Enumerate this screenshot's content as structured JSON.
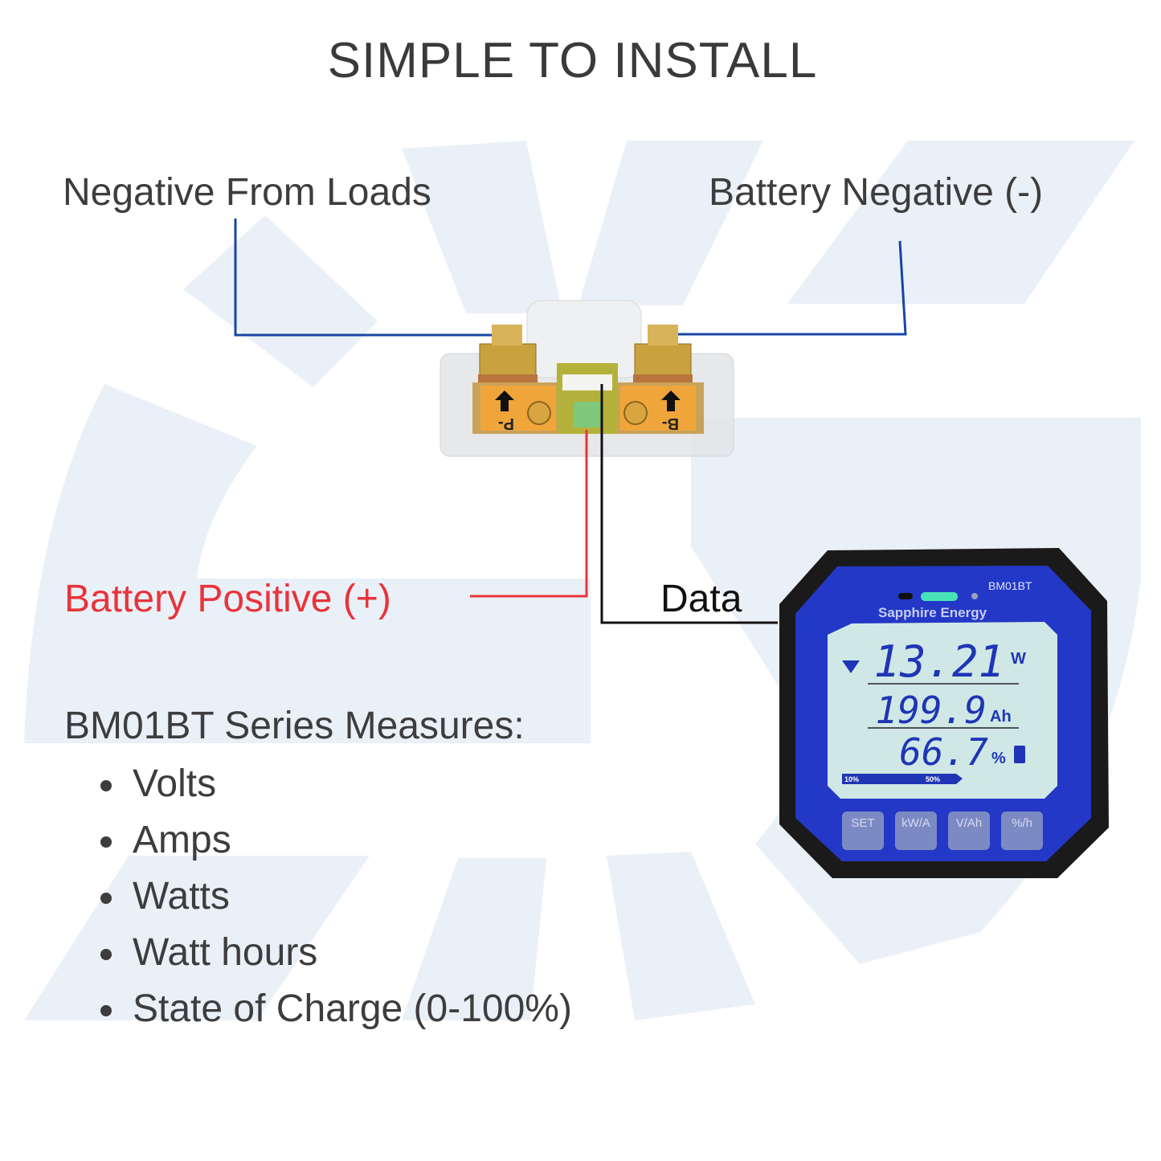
{
  "title": "SIMPLE TO INSTALL",
  "labels": {
    "negative_from_loads": "Negative From Loads",
    "battery_negative": "Battery Negative (-)",
    "battery_positive": "Battery Positive (+)",
    "data": "Data"
  },
  "measures": {
    "heading": "BM01BT Series Measures:",
    "items": [
      "Volts",
      "Amps",
      "Watts",
      "Watt hours",
      "State of Charge (0-100%)"
    ]
  },
  "shunt": {
    "left_terminal": "P-",
    "right_terminal": "B-"
  },
  "monitor": {
    "model": "BM01BT",
    "brand": "Sapphire Energy",
    "reading_power": "13.21",
    "unit_power": "W",
    "reading_capacity": "199.9",
    "unit_capacity": "Ah",
    "reading_soc": "66.7",
    "unit_soc": "%",
    "bar_label_10": "10%",
    "bar_label_50": "50%",
    "buttons": [
      "SET",
      "kW/A",
      "V/Ah",
      "%/h"
    ]
  },
  "colors": {
    "wire_negative": "#1746a2",
    "wire_positive": "#e8343b",
    "wire_data": "#111111",
    "monitor_blue": "#1f35b5",
    "background_shape": "#eaf0f8"
  }
}
